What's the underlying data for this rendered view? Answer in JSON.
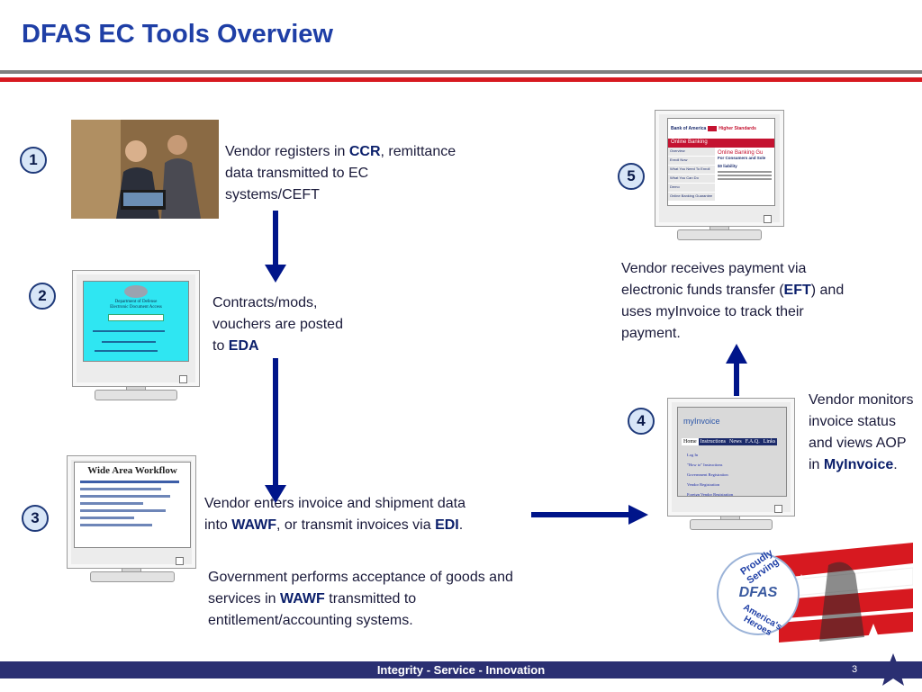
{
  "title": "DFAS EC Tools Overview",
  "steps": {
    "s1": {
      "number": "1",
      "pre": "Vendor registers in ",
      "bold": "CCR",
      "post": ", remittance data transmitted to EC systems/CEFT"
    },
    "s2": {
      "number": "2",
      "pre": "Contracts/mods, vouchers are posted to ",
      "bold": "EDA",
      "post": ""
    },
    "s3": {
      "number": "3",
      "pre": "Vendor enters invoice and shipment data into ",
      "bold": "WAWF",
      "mid": ", or transmit invoices via ",
      "bold2": "EDI",
      "post": "."
    },
    "s3b": {
      "pre": "Government performs acceptance of goods and services in ",
      "bold": "WAWF",
      "post": " transmitted to entitlement/accounting systems."
    },
    "s4": {
      "number": "4",
      "pre": "Vendor monitors invoice status and views AOP in ",
      "bold": "MyInvoice",
      "post": "."
    },
    "s5": {
      "number": "5",
      "pre": "Vendor receives payment via electronic funds transfer (",
      "bold": "EFT",
      "post": ") and uses myInvoice to track their payment."
    }
  },
  "screens": {
    "wawf_title": "Wide Area Workflow",
    "myinvoice": {
      "logo": "myInvoice",
      "nav": [
        "Home",
        "Instructions",
        "News",
        "F.A.Q.",
        "Links"
      ],
      "links": [
        "Log In",
        "\"How to\" Instructions",
        "Government Registration",
        "Vendor Registration",
        "Foreign Vendor Registration"
      ]
    },
    "boa": {
      "brand": "Bank of America",
      "tagline": "Higher Standards",
      "section": "Online Banking",
      "menu": [
        "Overview",
        "Enroll Now",
        "What You Need To Enroll",
        "What You Can Do",
        "Demo",
        "Online Banking Guarantee"
      ],
      "heading": "Online Banking Gu",
      "subheading": "For Consumers and Sole",
      "zero": "$0 liability"
    },
    "eda": {
      "line1": "Department of Defense",
      "line2": "Electronic Document Access"
    }
  },
  "badge": {
    "line1": "Proudly Serving",
    "logo": "DFAS",
    "line2": "America's Heroes"
  },
  "footer": {
    "tagline": "Integrity - Service - Innovation",
    "page": "3"
  },
  "colors": {
    "title": "#1f3fa6",
    "arrow": "#00158a",
    "footer": "#2a2f72",
    "red_rule": "#d71920"
  }
}
